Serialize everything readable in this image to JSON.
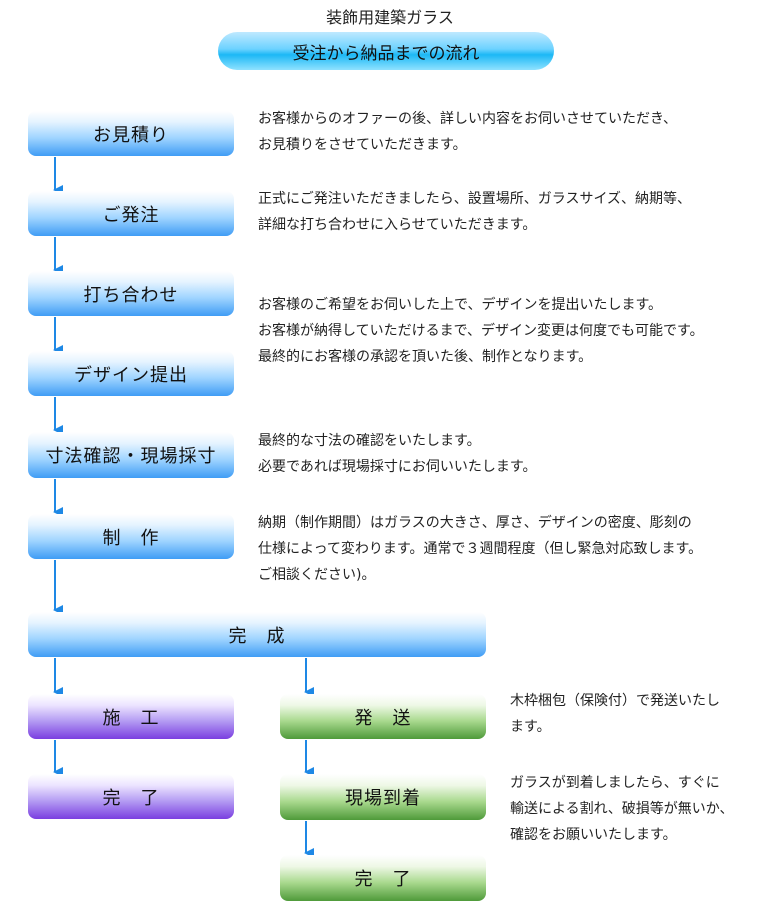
{
  "header": {
    "company": "装飾用建築ガラス",
    "title": "受注から納品までの流れ"
  },
  "steps": {
    "estimate": "お見積り",
    "order": "ご発注",
    "meeting": "打ち合わせ",
    "design": "デザイン提出",
    "measure": "寸法確認・現場採寸",
    "production": "制　作",
    "complete": "完　成",
    "install": "施　工",
    "install_done": "完　了",
    "ship": "発　送",
    "arrival": "現場到着",
    "ship_done": "完　了"
  },
  "descriptions": {
    "estimate": [
      "お客様からのオファーの後、詳しい内容をお伺いさせていただき、",
      "お見積りをさせていただきます。"
    ],
    "order": [
      "正式にご発注いただきましたら、設置場所、ガラスサイズ、納期等、",
      "詳細な打ち合わせに入らせていただきます。"
    ],
    "design": [
      "お客様のご希望をお伺いした上で、デザインを提出いたします。",
      "お客様が納得していただけるまで、デザイン変更は何度でも可能です。",
      "最終的にお客様の承認を頂いた後、制作となります。"
    ],
    "measure": [
      "最終的な寸法の確認をいたします。",
      "必要であれば現場採寸にお伺いいたします。"
    ],
    "production": [
      "納期（制作期間）はガラスの大きさ、厚さ、デザインの密度、彫刻の",
      "仕様によって変わります。通常で３週間程度（但し緊急対応致します。",
      "ご相談ください)。"
    ],
    "ship": [
      "木枠梱包（保険付）で発送いたし",
      "ます。"
    ],
    "arrival": [
      "ガラスが到着しましたら、すぐに",
      "輸送による割れ、破損等が無いか、",
      "確認をお願いいたします。"
    ]
  },
  "colors": {
    "arrow": "#1e88e5",
    "blue_step": "#3f9cf5",
    "purple_step": "#7a3ee0",
    "green_step": "#4f9a3a"
  }
}
